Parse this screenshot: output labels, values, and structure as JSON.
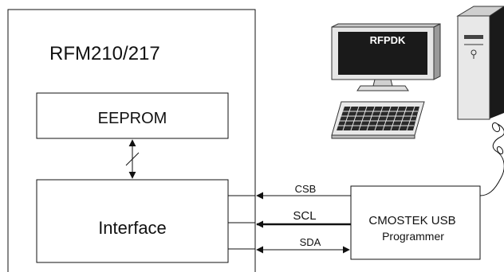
{
  "device": {
    "title": "RFM210/217",
    "eeprom_label": "EEPROM",
    "interface_label": "Interface"
  },
  "programmer": {
    "line1": "CMOSTEK USB",
    "line2": "Programmer"
  },
  "signals": [
    {
      "name": "CSB",
      "direction": "to-device"
    },
    {
      "name": "SCL",
      "direction": "to-device"
    },
    {
      "name": "SDA",
      "direction": "bidirectional"
    }
  ],
  "pc": {
    "screen_text": "RFPDK"
  },
  "colors": {
    "line": "#111111",
    "monitor_body": "#e6e6e6",
    "screen": "#1a1a1a",
    "tower": "#e8e8e8",
    "tower_shadow": "#1a1a1a"
  }
}
